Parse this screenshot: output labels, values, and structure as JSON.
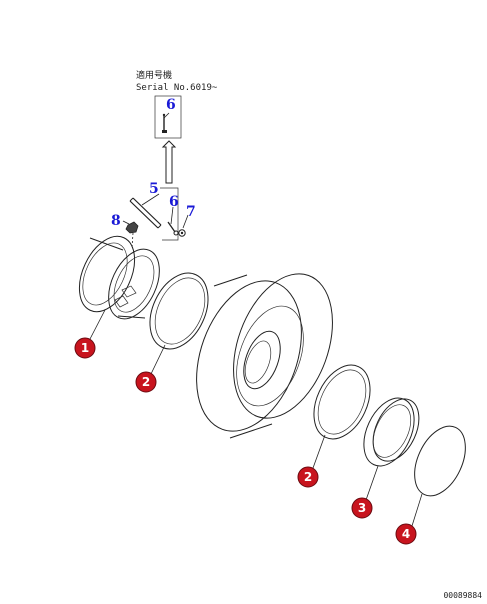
{
  "header": {
    "applicability_line1": "適用号機",
    "applicability_line2": "Serial No.6019~"
  },
  "callouts": {
    "blue": [
      "6",
      "5",
      "6",
      "7",
      "8"
    ],
    "red": [
      "1",
      "2",
      "2",
      "3",
      "4"
    ]
  },
  "footer": {
    "drawing_number": "00089884"
  },
  "colors": {
    "callout_blue": "#1a1ad6",
    "badge_red": "#c8141e",
    "line": "#222222"
  }
}
